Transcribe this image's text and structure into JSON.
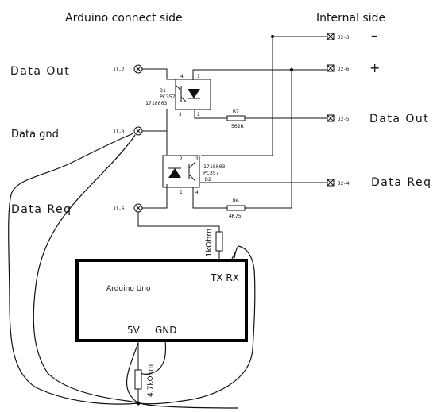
{
  "headers": {
    "arduino_side": "Arduino connect side",
    "internal_side": "Internal side"
  },
  "left_labels": {
    "data_out": "Data Out",
    "data_gnd": "Data gnd",
    "data_req": "Data Req"
  },
  "right_labels": {
    "minus": "–",
    "plus": "+",
    "data_out": "Data Out",
    "data_req": "Data Req"
  },
  "connectors_left": {
    "j1_7": "J1-7",
    "j1_3": "J1-3",
    "j1_6": "J1-6"
  },
  "connectors_right": {
    "j2_3": "J2-3",
    "j2_6": "J2-6",
    "j2_5": "J2-5",
    "j2_4": "J2-4"
  },
  "optocoupler_d1": {
    "line1": "D1",
    "line2": "PC357",
    "line3": "1718003",
    "pin4": "4",
    "pin3": "3",
    "pin1": "1",
    "pin2": "2"
  },
  "optocoupler_d2": {
    "line1": "1718003",
    "line2": "PC357",
    "line3": "D2",
    "pin2": "2",
    "pin3": "3",
    "pin1": "1",
    "pin4": "4"
  },
  "resistors": {
    "r7_name": "R7",
    "r7_value": "562R",
    "r6_name": "R6",
    "r6_value": "4K75",
    "r_tx": "1kOhm",
    "r_5v": "4.7kOhm"
  },
  "arduino": {
    "name": "Arduino Uno",
    "tx_rx": "TX RX",
    "v5": "5V",
    "gnd": "GND"
  }
}
